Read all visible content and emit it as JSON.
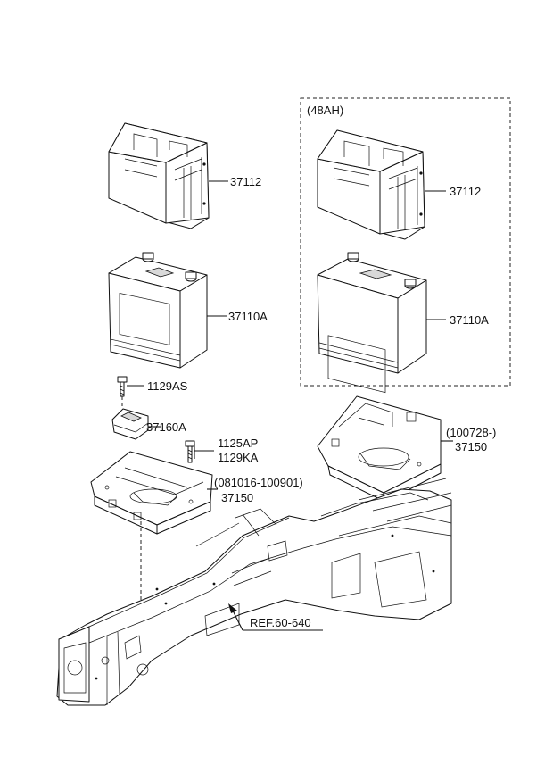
{
  "variant_label": "(48AH)",
  "parts": {
    "tray_cover_left": "37112",
    "tray_cover_right": "37112",
    "battery_left": "37110A",
    "battery_right": "37110A",
    "bolt_top": "1129AS",
    "clamp": "37160A",
    "bolt_mid_1": "1125AP",
    "bolt_mid_2": "1129KA",
    "tray_left_range": "(081016-100901)",
    "tray_left": "37150",
    "tray_right_range": "(100728-)",
    "tray_right": "37150"
  },
  "reference": "REF.60-640"
}
